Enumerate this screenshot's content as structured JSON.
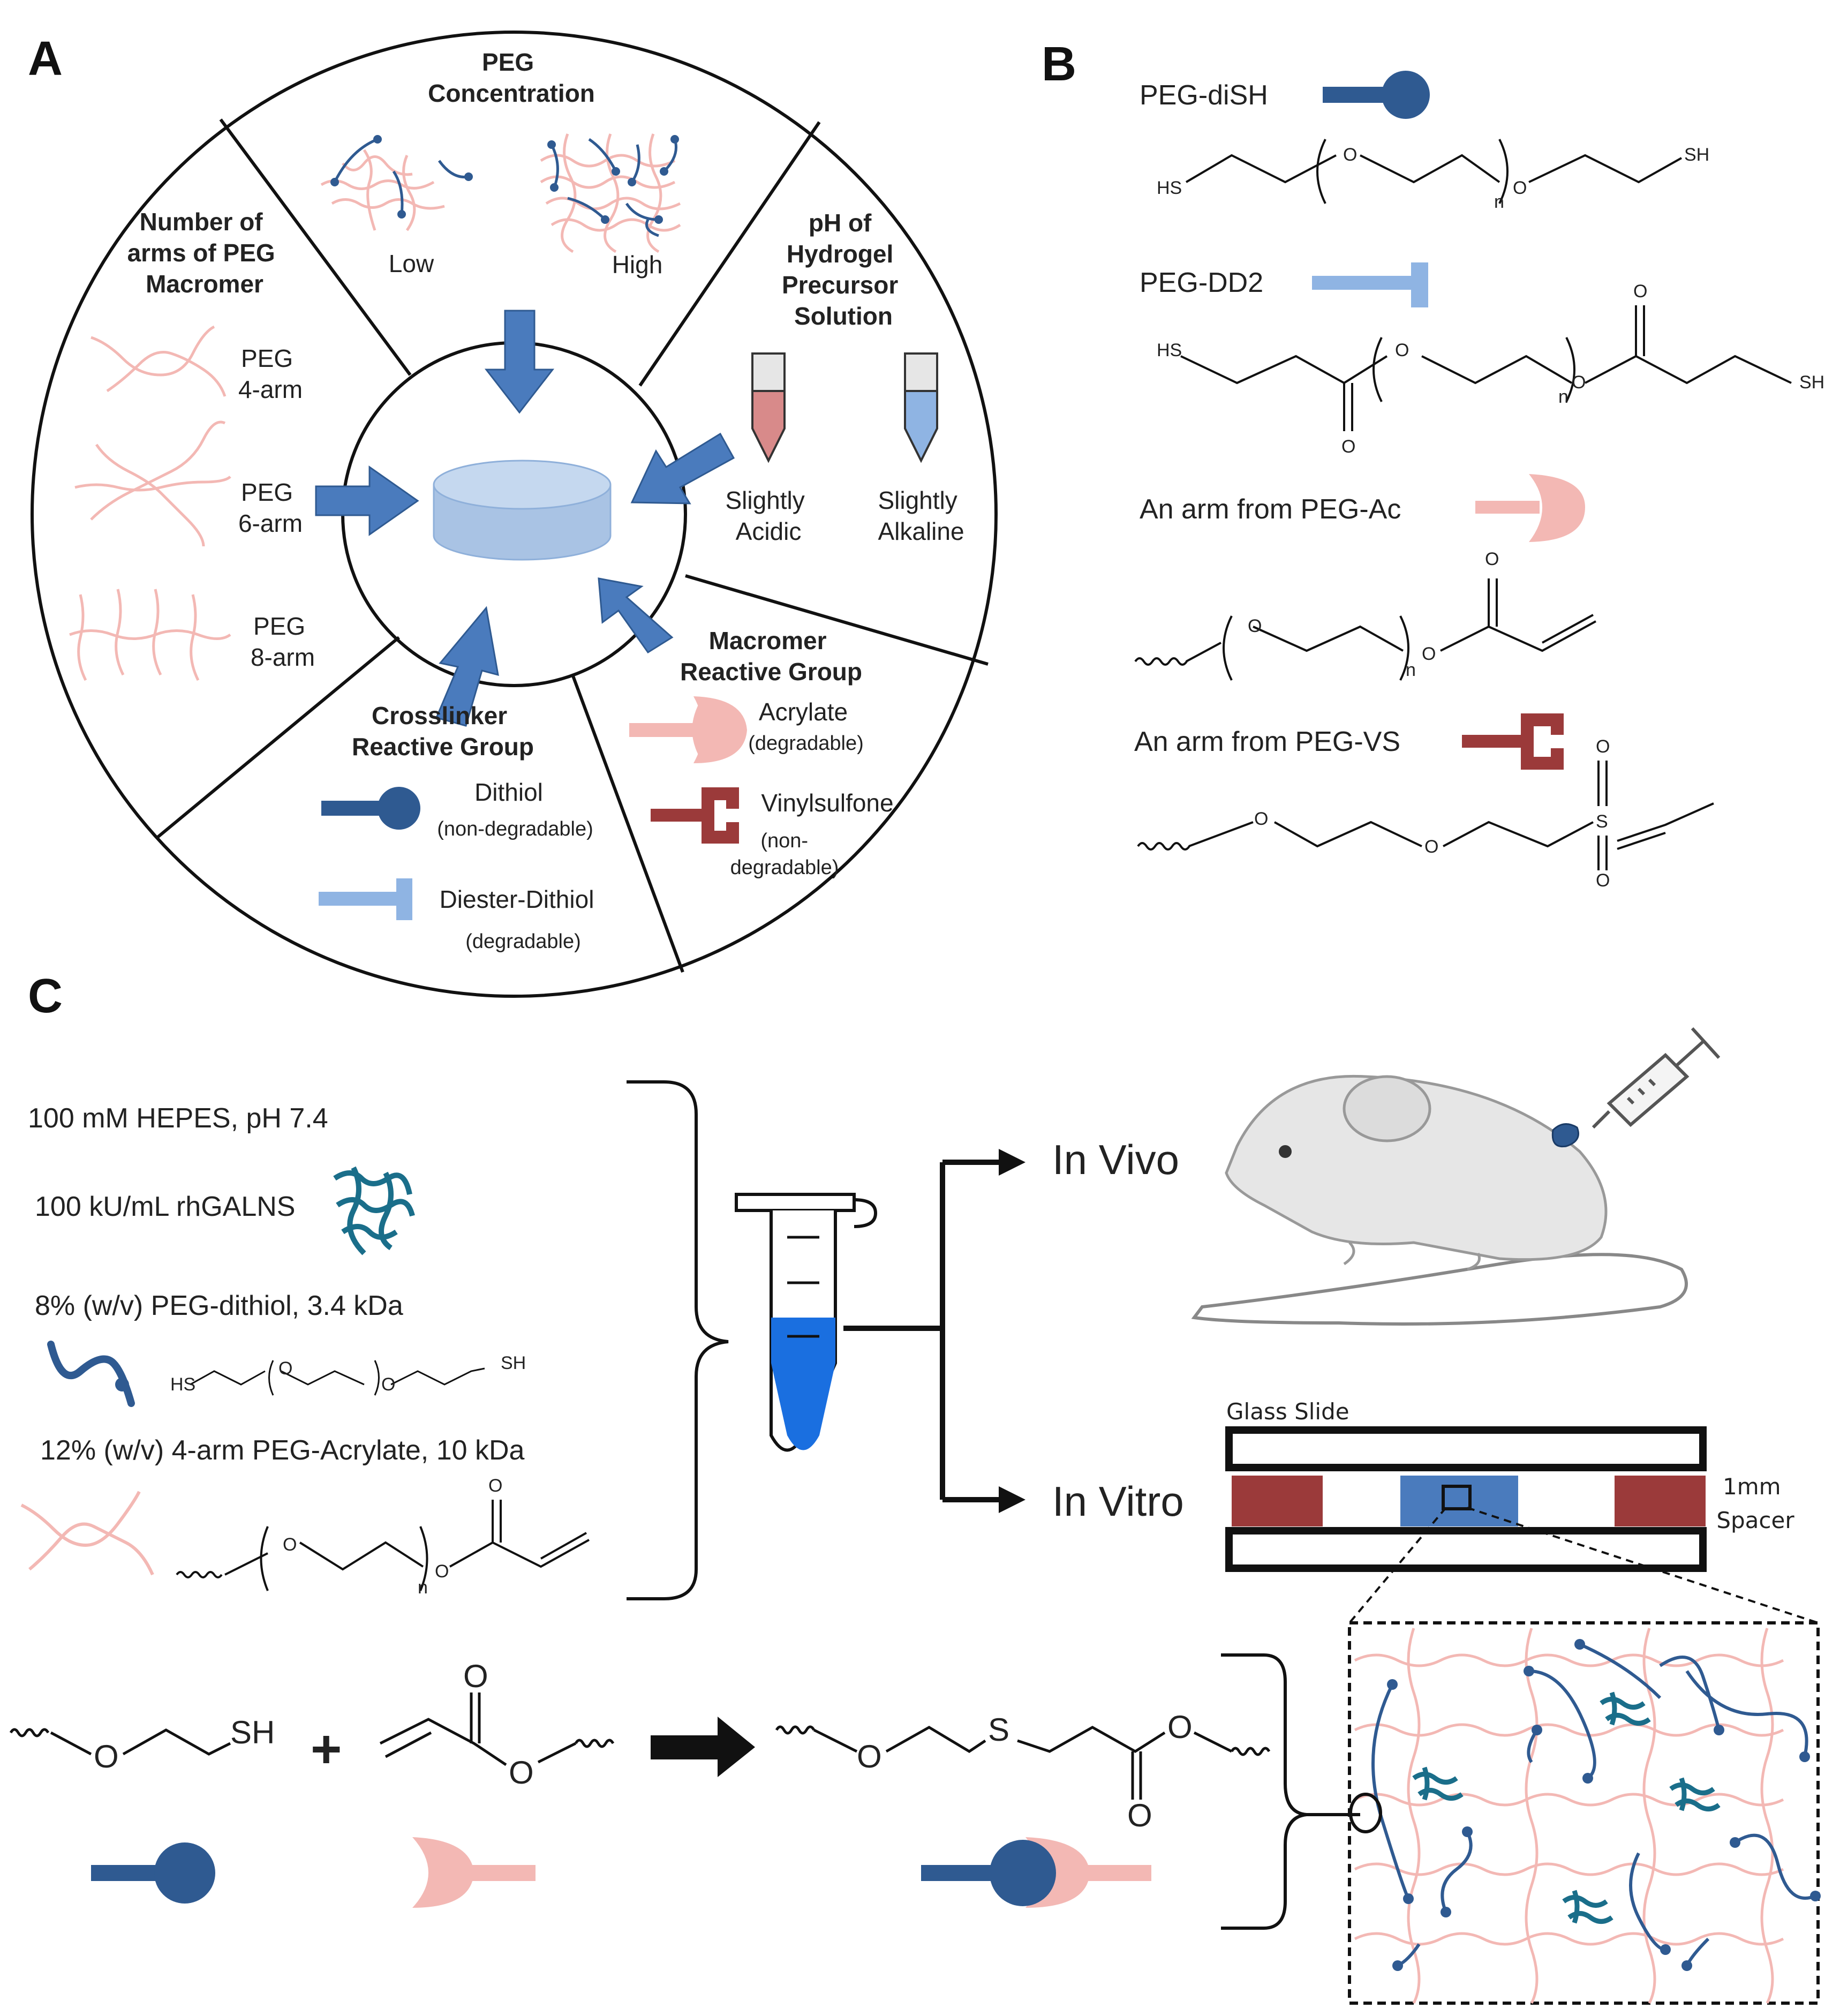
{
  "panels": {
    "a": "A",
    "b": "B",
    "c": "C"
  },
  "panel_a": {
    "conc_title": [
      "PEG",
      "Concentration"
    ],
    "conc_low": "Low",
    "conc_high": "High",
    "arms_title": [
      "Number of",
      "arms of  PEG",
      "Macromer"
    ],
    "arm4": [
      "PEG",
      "4-arm"
    ],
    "arm6": [
      "PEG",
      "6-arm"
    ],
    "arm8": [
      "PEG",
      "8-arm"
    ],
    "ph_title": [
      "pH of",
      "Hydrogel",
      "Precursor",
      "Solution"
    ],
    "ph_acidic": [
      "Slightly",
      "Acidic"
    ],
    "ph_alkaline": [
      "Slightly",
      "Alkaline"
    ],
    "macromer_title": [
      "Macromer",
      "Reactive Group"
    ],
    "acrylate": "Acrylate",
    "acrylate_note": "(degradable)",
    "vinylsulfone": "Vinylsulfone",
    "vinylsulfone_note": [
      "(non-",
      "degradable)"
    ],
    "crosslinker_title": [
      "Crosslinker",
      "Reactive Group"
    ],
    "dithiol": "Dithiol",
    "dithiol_note": "(non-degradable)",
    "diester": "Diester-Dithiol",
    "diester_note": "(degradable)"
  },
  "panel_b": {
    "pegdish": "PEG-diSH",
    "pegdd2": "PEG-DD2",
    "pegac": "An arm from PEG-Ac",
    "pegvs": "An arm from PEG-VS",
    "atoms": {
      "hs": "HS",
      "sh": "SH",
      "o": "O",
      "n": "n",
      "s": "S"
    }
  },
  "panel_c": {
    "hepes": "100 mM HEPES, pH 7.4",
    "rhgalns": "100 kU/mL rhGALNS",
    "peg_dithiol": "8% (w/v) PEG-dithiol, 3.4 kDa",
    "peg_acrylate": "12% (w/v) 4-arm PEG-Acrylate, 10 kDa",
    "in_vivo": "In Vivo",
    "in_vitro": "In Vitro",
    "glass_slide": "Glass Slide",
    "spacer": [
      "1mm",
      "Spacer"
    ],
    "atoms": {
      "sh": "SH",
      "s": "S",
      "o": "O",
      "plus": "+"
    }
  },
  "colors": {
    "dark_blue": "#2f5a91",
    "light_blue": "#8fb4e3",
    "pink": "#f3b8b4",
    "dark_red": "#9b3a3a",
    "disc": "#aec6e6",
    "arrow_blue": "#4a7bbd",
    "tube_blue": "#1a6fe0"
  }
}
